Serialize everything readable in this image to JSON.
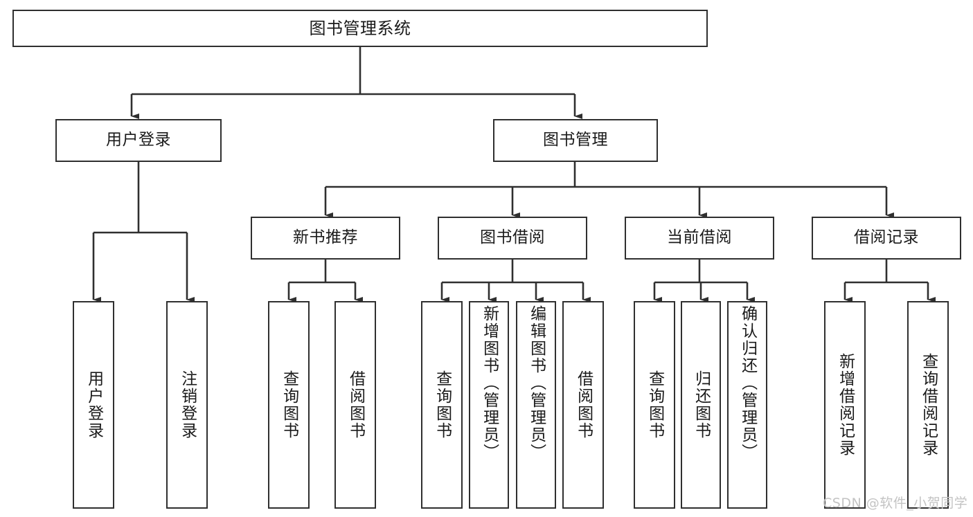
{
  "diagram": {
    "type": "tree",
    "title": "图书管理系统",
    "style": {
      "border_color": "#2f2f2f",
      "fill_color": "#ffffff",
      "text_color": "#1a1a1a",
      "watermark_color": "#c3c3c3"
    },
    "watermark": "CSDN @软件_小贺同学",
    "nodes": {
      "root": {
        "label": "图书管理系统",
        "level": 0
      },
      "l1": [
        {
          "id": "user-login",
          "label": "用户登录"
        },
        {
          "id": "book-manage",
          "label": "图书管理"
        }
      ],
      "l2": [
        {
          "id": "new-book-rec",
          "label": "新书推荐",
          "parent": "book-manage"
        },
        {
          "id": "book-borrow",
          "label": "图书借阅",
          "parent": "book-manage"
        },
        {
          "id": "current-borrow",
          "label": "当前借阅",
          "parent": "book-manage"
        },
        {
          "id": "borrow-record",
          "label": "借阅记录",
          "parent": "book-manage"
        }
      ],
      "leaves": {
        "user-login": [
          {
            "id": "leaf-user-login",
            "label": "用户登录"
          },
          {
            "id": "leaf-logout",
            "label": "注销登录"
          }
        ],
        "new-book-rec": [
          {
            "id": "leaf-query-book-1",
            "label": "查询图书"
          },
          {
            "id": "leaf-borrow-book-1",
            "label": "借阅图书"
          }
        ],
        "book-borrow": [
          {
            "id": "leaf-query-book-2",
            "label": "查询图书"
          },
          {
            "id": "leaf-add-book",
            "label": "新增图书（管理员）"
          },
          {
            "id": "leaf-edit-book",
            "label": "编辑图书（管理员）"
          },
          {
            "id": "leaf-borrow-book-2",
            "label": "借阅图书"
          }
        ],
        "current-borrow": [
          {
            "id": "leaf-query-book-3",
            "label": "查询图书"
          },
          {
            "id": "leaf-return-book",
            "label": "归还图书"
          },
          {
            "id": "leaf-confirm-return",
            "label": "确认归还（管理员）"
          }
        ],
        "borrow-record": [
          {
            "id": "leaf-add-record",
            "label": "新增借阅记录"
          },
          {
            "id": "leaf-query-record",
            "label": "查询借阅记录"
          }
        ]
      }
    }
  }
}
